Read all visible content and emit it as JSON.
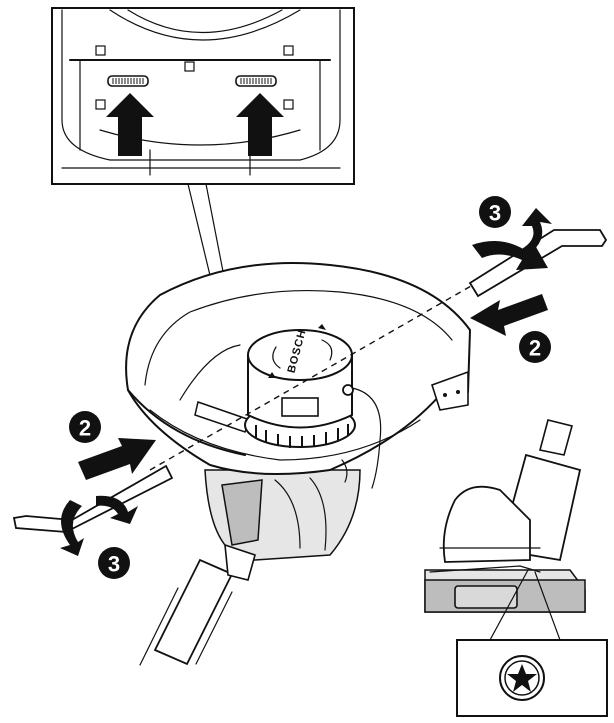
{
  "steps": {
    "step2_right": "2",
    "step2_left": "2",
    "step3_right": "3",
    "step3_left": "3"
  },
  "spool": {
    "brand": "BOSCH"
  },
  "icons": {
    "star_detail": "star-icon",
    "push_arrows": "up-arrow-icon",
    "insert_arrows": "arrow-icon",
    "rotate_arrows": "curved-arrow-icon"
  },
  "colors": {
    "ink": "#111111",
    "shade_dark": "#bdbdbd",
    "shade_light": "#e6e6e6",
    "paper": "#ffffff"
  }
}
